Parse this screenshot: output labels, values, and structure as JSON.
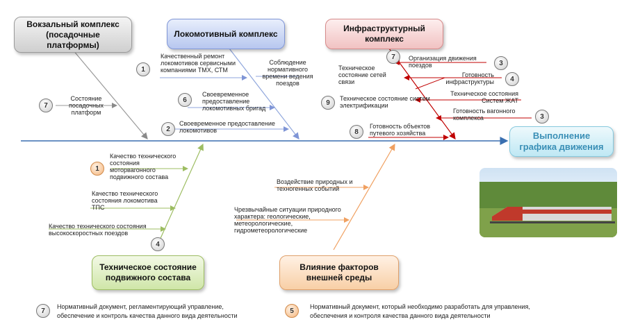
{
  "boxes": {
    "station": "Вокзальный комплекс (посадочные платформы)",
    "locomotive": "Локомотивный комплекс",
    "infrastructure": "Инфраструктурный комплекс",
    "result": "Выполнение графика движения",
    "rolling_stock": "Техническое состояние подвижного состава",
    "environment": "Влияние факторов внешней среды"
  },
  "labels": {
    "platforms": "Состояние посадочных платформ",
    "repair": "Качественный ремонт локомотивов сервисными компаниями ТМХ, СТМ",
    "timing": "Соблюдение нормативного времени ведения поездов",
    "crews": "Своевременное предоставление локомотивных бригад",
    "loco_provision": "Своевременное предоставление локомотивов",
    "comm": "Техническое состояние сетей связи",
    "traffic_org": "Организация движения поездов",
    "infra_ready": "Готовность инфраструктуры",
    "zhat": "Техническое состояния Систем ЖАТ",
    "electrification": "Техническое состояние систем электрификации",
    "wagon_ready": "Готовность вагонного комплекса",
    "track": "Готовность объектов путевого хозяйства",
    "mvps": "Качество технического состояния моторвагонного подвижного состава",
    "tps": "Качество технического состояния локомотива ТПС",
    "highspeed": "Качество технического состояния высокоскоростных поездов",
    "natural": "Воздействие природных и техногенных событий",
    "emergency": "Чрезвычайные ситуации природного характера: геологические, метеорологические, гидрометеорологические"
  },
  "badges": {
    "platforms": "7",
    "repair": "1",
    "crews": "6",
    "loco": "2",
    "comm": "7",
    "traffic": "3",
    "infra": "4",
    "elec": "9",
    "wagon": "3",
    "track": "8",
    "mvps": "1",
    "highspeed": "4"
  },
  "legend": {
    "grey_badge": "7",
    "grey_text_1": "Нормативный документ, регламентирующий управление,",
    "grey_text_2": "обеспечение и контроль качества данного вида деятельности",
    "orange_badge": "5",
    "orange_text_1": "Нормативный документ, который необходимо разработать для управления,",
    "orange_text_2": "обеспечения и контроля качества данного вида деятельности"
  },
  "colors": {
    "spine": "#3a6fb0",
    "grey_bone": "#9a9a9a",
    "blue_bone": "#8fa6dc",
    "red_bone": "#c00000",
    "green_bone": "#9dbd62",
    "orange_bone": "#f0a060"
  }
}
